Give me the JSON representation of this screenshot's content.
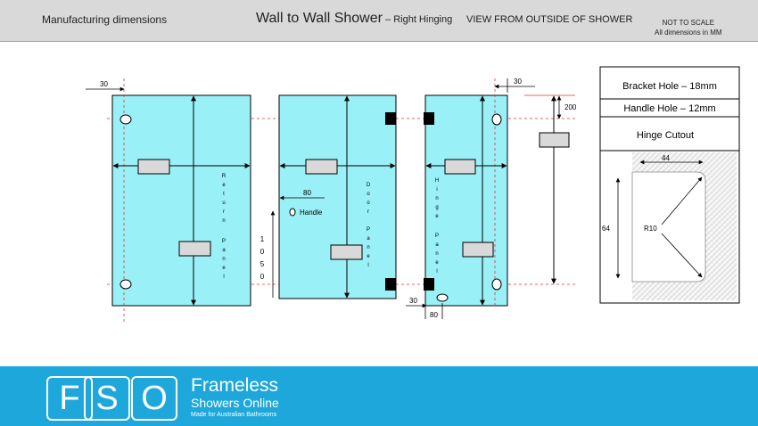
{
  "header": {
    "left_label": "Manufacturing dimensions",
    "title": "Wall to Wall Shower",
    "subtitle": " – Right Hinging",
    "view": "VIEW FROM OUTSIDE OF SHOWER",
    "note_line1": "NOT TO SCALE",
    "note_line2": "All dimensions in MM"
  },
  "panels": {
    "return_letters": [
      "R",
      "e",
      "t",
      "u",
      "r",
      "n",
      "",
      "P",
      "a",
      "n",
      "e",
      "l"
    ],
    "door_letters": [
      "D",
      "o",
      "o",
      "r",
      "",
      "P",
      "a",
      "n",
      "e",
      "l"
    ],
    "hinge_letters": [
      "H",
      "i",
      "n",
      "g",
      "e",
      "",
      "P",
      "a",
      "n",
      "e",
      "l"
    ]
  },
  "dimensions": {
    "return_offset": "30",
    "hinge_offset": "30",
    "height_200": "200",
    "handle_offset": "80",
    "handle_label": "Handle",
    "handle_height_digits": [
      "1",
      "0",
      "5",
      "0"
    ],
    "bottom_offset_30": "30",
    "bottom_offset_80": "80"
  },
  "legend": {
    "bracket_hole": "Bracket Hole – 18mm",
    "handle_hole": "Handle Hole – 12mm",
    "hinge_cutout": "Hinge Cutout",
    "cutout_width": "44",
    "cutout_height": "64",
    "cutout_radius": "R10"
  },
  "footer": {
    "logo_letters": [
      "F",
      "S",
      "O"
    ],
    "brand_line1": "Frameless",
    "brand_line2": "Showers Online",
    "brand_line3": "Made for Australian Bathrooms"
  },
  "colors": {
    "glass": "#99f0f6",
    "header": "#d9d9d9",
    "footer": "#1ea7db",
    "guide": "#e03030"
  }
}
